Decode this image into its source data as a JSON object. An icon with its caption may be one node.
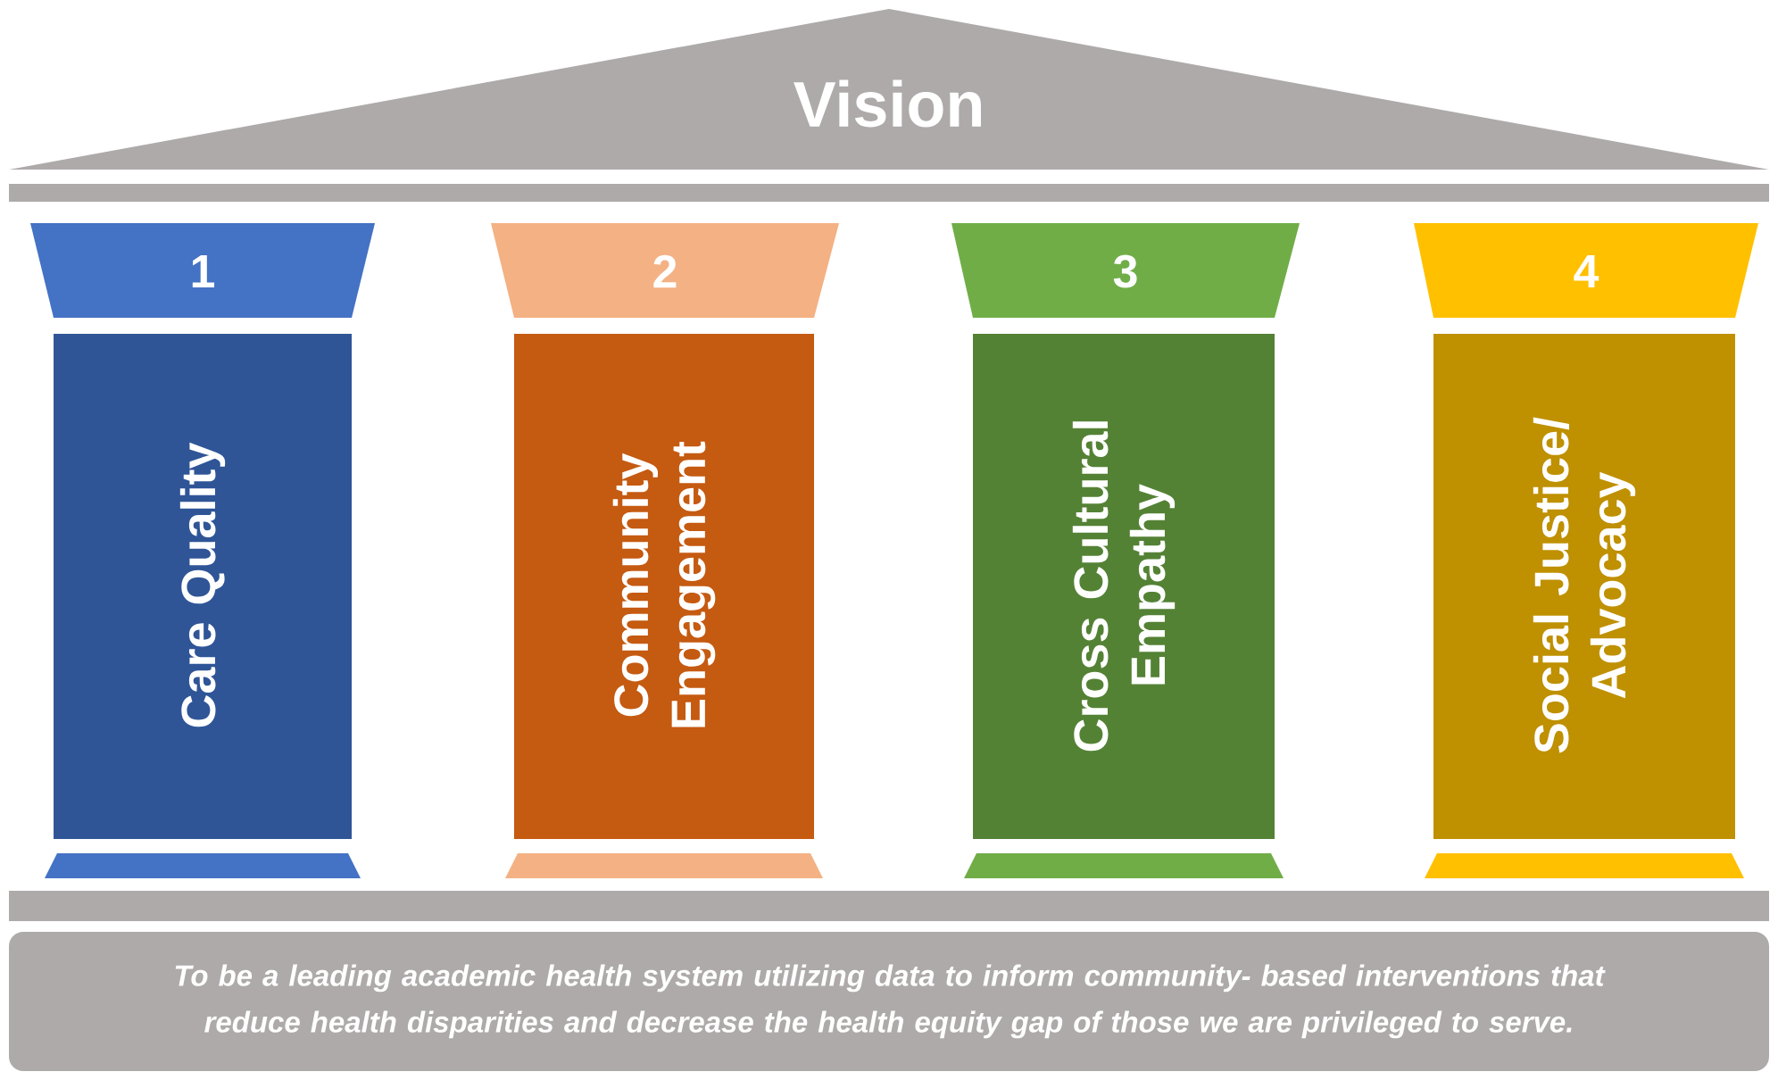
{
  "diagram": {
    "nodes": [
      {
        "text": [
          "Vision"
        ]
      },
      {
        "text": [
          "1"
        ]
      },
      {
        "text": [
          "2"
        ]
      },
      {
        "text": [
          "3"
        ]
      },
      {
        "text": [
          "4"
        ]
      },
      {
        "text": [
          "Care Quality"
        ]
      },
      {
        "text": [
          "Community Engagement"
        ]
      },
      {
        "text": [
          "Cross Cultural Empathy"
        ]
      },
      {
        "text": [
          "Social Justice/ Advocacy"
        ]
      },
      {
        "text": [
          "To be a leading academic health system utilizing data to inform community- based interventions that reduce health disparities and decrease the health equity gap of those we are privileged to serve."
        ]
      }
    ]
  }
}
